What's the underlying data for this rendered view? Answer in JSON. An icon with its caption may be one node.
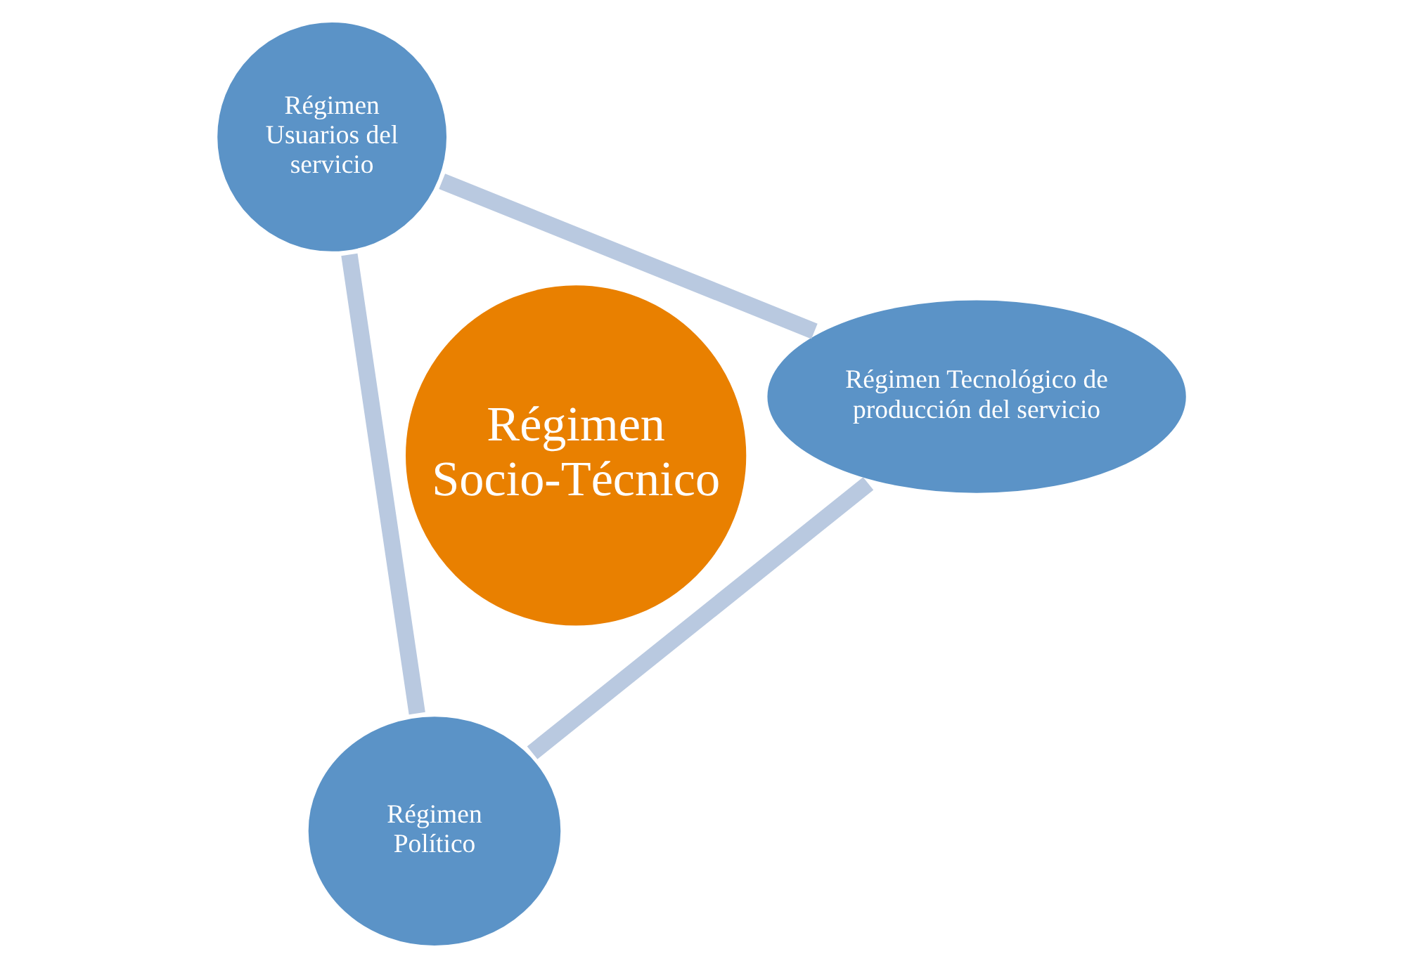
{
  "diagram": {
    "nodes": [
      {
        "text": [
          "Régimen Socio-Técnico"
        ]
      },
      {
        "text": [
          "Régimen Tecnológico de producción del servicio"
        ]
      },
      {
        "text": [
          "Régimen Político"
        ]
      },
      {
        "text": [
          "Régimen Usuarios del servicio"
        ]
      }
    ],
    "edges": [
      {
        "from": 1,
        "to": 2,
        "arrow": "none"
      },
      {
        "from": 2,
        "to": 3,
        "arrow": "none"
      },
      {
        "from": 3,
        "to": 1,
        "arrow": "none"
      }
    ]
  }
}
